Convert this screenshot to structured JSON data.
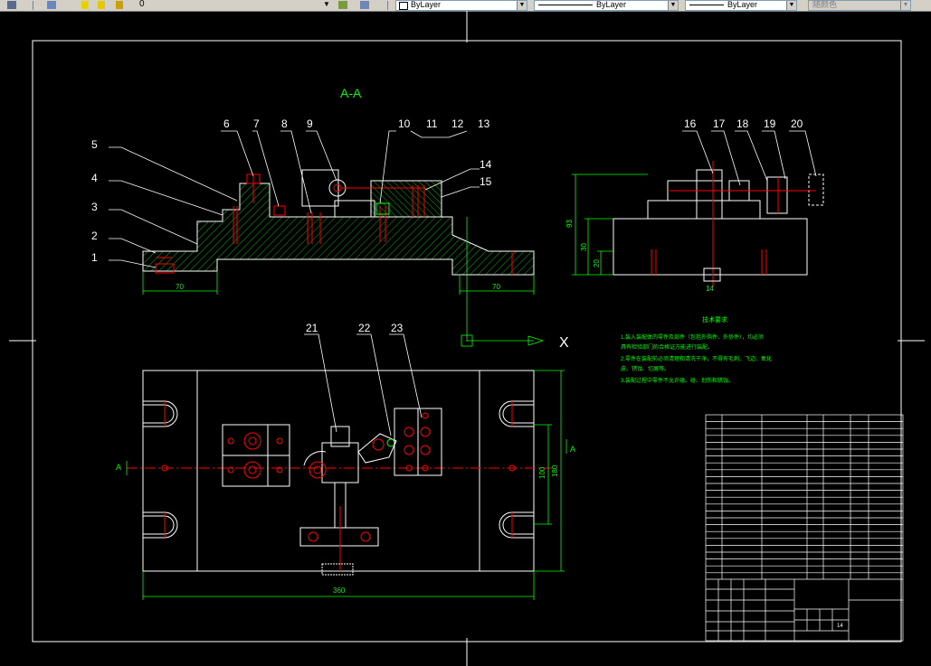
{
  "toolbar": {
    "layer_name": "0",
    "color_combo": "ByLayer",
    "linetype_combo": "ByLayer",
    "lineweight_combo": "ByLayer",
    "plotstyle_combo": "随颜色"
  },
  "drawing": {
    "section_label": "A-A",
    "axis_x_label": "X",
    "part_numbers_top": [
      "6",
      "7",
      "8",
      "9",
      "10",
      "11",
      "12",
      "13",
      "5",
      "4",
      "3",
      "2",
      "1",
      "14",
      "15"
    ],
    "part_numbers_side": [
      "16",
      "17",
      "18",
      "19",
      "20"
    ],
    "part_numbers_plan": [
      "21",
      "22",
      "23"
    ],
    "dim_70_left": "70",
    "dim_70_right": "70",
    "dim_360": "360",
    "dim_180": "180",
    "dim_100": "100",
    "dim_93": "93",
    "dim_30": "30",
    "dim_20": "20",
    "dim_14": "14",
    "section_mark_left": "A",
    "section_mark_right": "A",
    "notes_title": "技术要求",
    "notes": [
      "1.装入装配体的零件及部件（包括外购件、外协件），均必须",
      "具有检验部门的合格证方能进行装配。",
      "2.零件在装配前必须清理和清洗干净，不得有毛刺、飞边、氧化",
      "皮、锈蚀、切屑等。",
      "3.装配过程中零件不允许磕、碰、划伤和锈蚀。"
    ],
    "title_block_sheet": "14"
  },
  "colors": {
    "background": "#000000",
    "line_white": "#ffffff",
    "dim_green": "#00ff00",
    "center_red": "#ff0000",
    "hatch_green": "#00c000",
    "label_cyan": "#00ffff"
  }
}
